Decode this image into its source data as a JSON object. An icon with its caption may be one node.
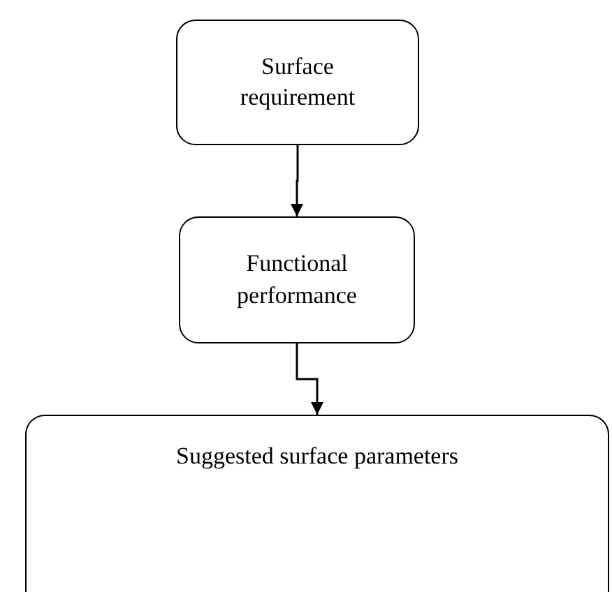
{
  "diagram": {
    "nodes": [
      {
        "text": [
          "Surface requirement"
        ]
      },
      {
        "text": [
          "Functional performance"
        ]
      },
      {
        "text": [
          "Suggested surface parameters"
        ]
      }
    ],
    "edges": [
      {
        "from": 0,
        "to": 1,
        "arrow": "to"
      },
      {
        "from": 1,
        "to": 2,
        "arrow": "to"
      }
    ]
  }
}
